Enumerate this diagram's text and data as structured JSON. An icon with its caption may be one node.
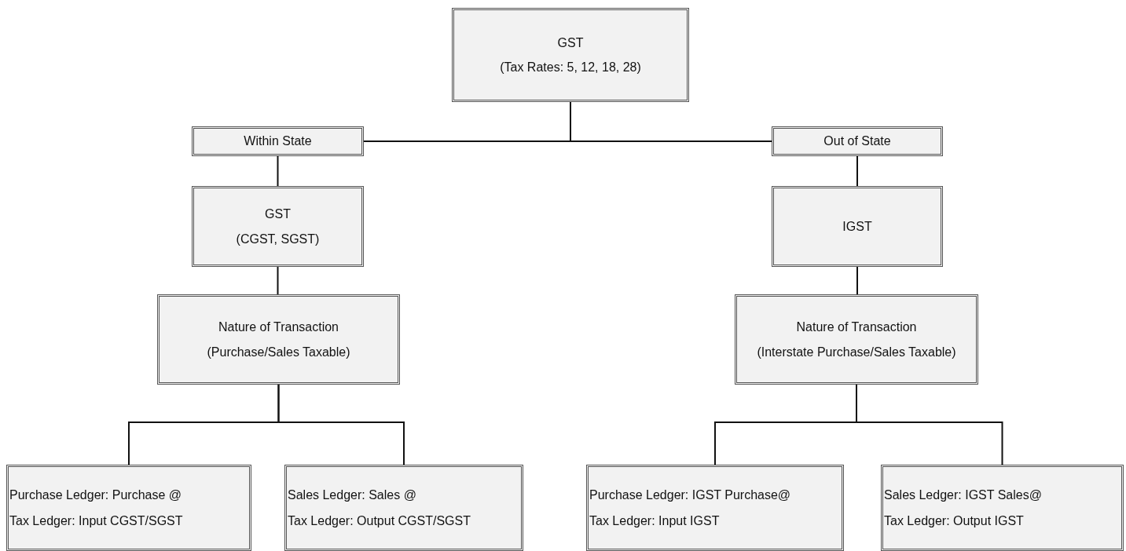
{
  "diagram": {
    "nodes": [
      {
        "text": [
          "GST",
          "(Tax Rates: 5, 12, 18, 28)"
        ]
      },
      {
        "text": [
          "Within State"
        ]
      },
      {
        "text": [
          "Out of State"
        ]
      },
      {
        "text": [
          "GST",
          "(CGST, SGST)"
        ]
      },
      {
        "text": [
          "IGST"
        ]
      },
      {
        "text": [
          "Nature of Transaction",
          "(Purchase/Sales Taxable)"
        ]
      },
      {
        "text": [
          "Nature of Transaction",
          "(Interstate Purchase/Sales Taxable)"
        ]
      },
      {
        "text": [
          "Purchase Ledger: Purchase @",
          "Tax Ledger: Input CGST/SGST"
        ]
      },
      {
        "text": [
          "Sales Ledger: Sales @",
          "Tax Ledger: Output CGST/SGST"
        ]
      },
      {
        "text": [
          "Purchase Ledger: IGST Purchase@",
          "Tax Ledger: Input IGST"
        ]
      },
      {
        "text": [
          "Sales Ledger: IGST Sales@",
          "Tax Ledger: Output IGST"
        ]
      }
    ],
    "edges": [
      {
        "from": 0,
        "to": 1,
        "arrow": "none"
      },
      {
        "from": 0,
        "to": 2,
        "arrow": "none"
      },
      {
        "from": 1,
        "to": 3,
        "arrow": "none"
      },
      {
        "from": 2,
        "to": 4,
        "arrow": "none"
      },
      {
        "from": 3,
        "to": 5,
        "arrow": "none"
      },
      {
        "from": 4,
        "to": 6,
        "arrow": "none"
      },
      {
        "from": 5,
        "to": 7,
        "arrow": "none"
      },
      {
        "from": 5,
        "to": 8,
        "arrow": "none"
      },
      {
        "from": 6,
        "to": 9,
        "arrow": "none"
      },
      {
        "from": 6,
        "to": 10,
        "arrow": "none"
      }
    ]
  }
}
